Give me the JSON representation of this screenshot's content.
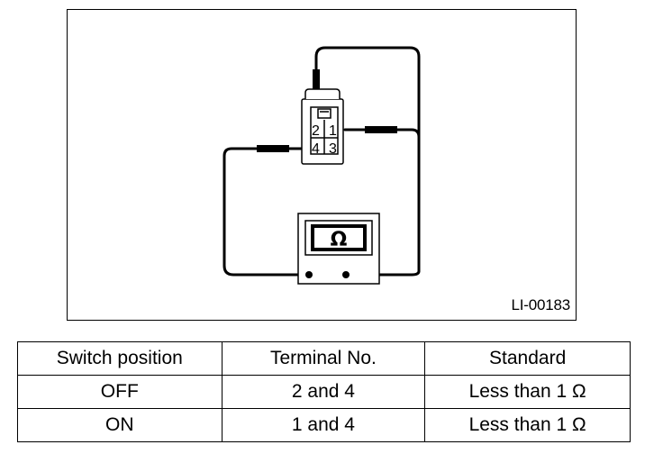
{
  "diagram": {
    "figure_id": "LI-00183",
    "connector_pins": [
      "2",
      "1",
      "4",
      "3"
    ],
    "meter_symbol": "Ω",
    "icons": [
      "connector-icon",
      "ohmmeter-icon",
      "probe-icon"
    ]
  },
  "table": {
    "headers": [
      "Switch position",
      "Terminal No.",
      "Standard"
    ],
    "rows": [
      [
        "OFF",
        "2 and 4",
        "Less than 1 Ω"
      ],
      [
        "ON",
        "1 and 4",
        "Less than 1 Ω"
      ]
    ]
  }
}
